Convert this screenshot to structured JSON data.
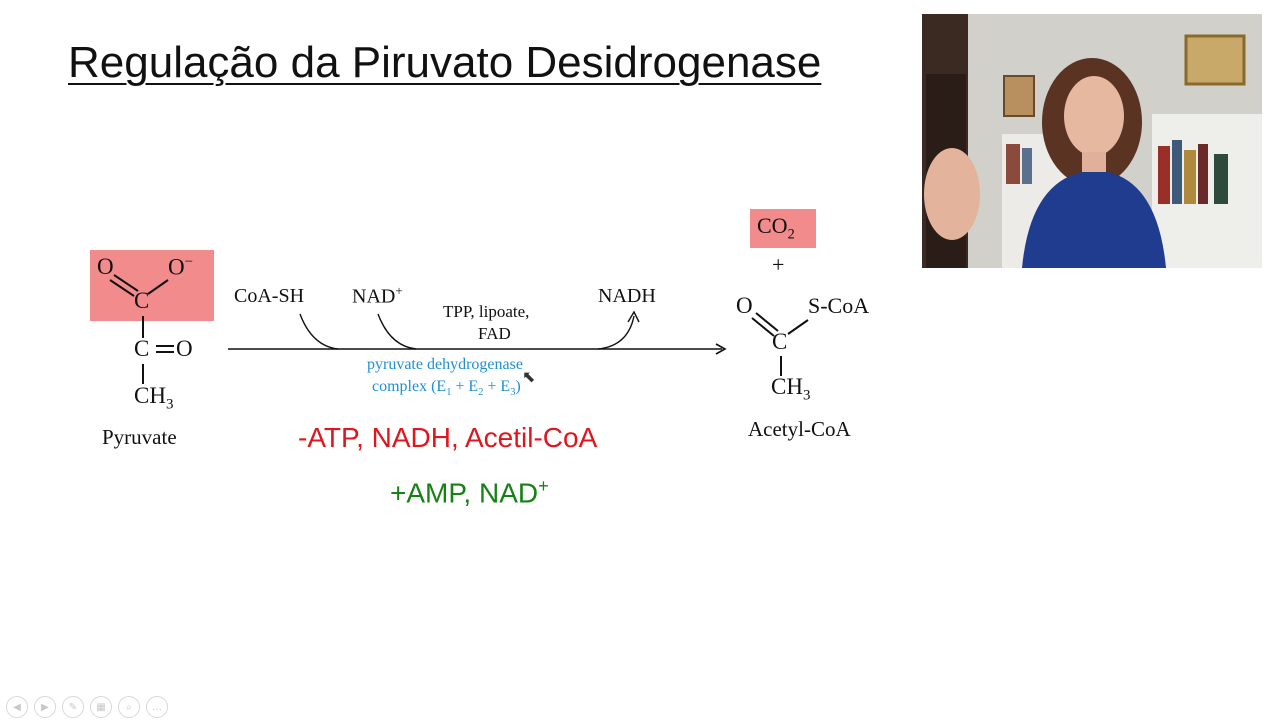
{
  "slide": {
    "title": "Regulação da Piruvato Desidrogenase"
  },
  "reaction": {
    "pyruvate": {
      "o_left": "O",
      "o_right": "O",
      "o_charge": "−",
      "c1": "C",
      "c2": "C",
      "c2_o": "O",
      "ch3": "CH",
      "ch3_sub": "3",
      "label": "Pyruvate"
    },
    "cofactors": {
      "coa": "CoA-SH",
      "nad": "NAD",
      "nad_sup": "+",
      "nadh": "NADH"
    },
    "prosthetic": {
      "line1": "TPP, lipoate,",
      "line2": "FAD"
    },
    "enzyme": {
      "line1": "pyruvate dehydrogenase",
      "line2_a": "complex (E",
      "s1": "1",
      "line2_b": " + E",
      "s2": "2",
      "line2_c": " + E",
      "s3": "3",
      "line2_d": ")"
    },
    "co2": {
      "co": "CO",
      "sub": "2",
      "plus": "+"
    },
    "acetyl": {
      "o": "O",
      "c": "C",
      "scoa": "S-CoA",
      "ch3": "CH",
      "ch3_sub": "3",
      "label": "Acetyl-CoA"
    },
    "highlight_color": "#f28b8b"
  },
  "regulation": {
    "inhibitors": "-ATP, NADH, Acetil-CoA",
    "activators": "+AMP, NAD",
    "activators_sup": "+",
    "inhibitor_color": "#e0151d",
    "activator_color": "#168216"
  },
  "player_controls": [
    "prev-icon",
    "next-icon",
    "pen-icon",
    "slides-icon",
    "zoom-icon",
    "more-icon"
  ]
}
